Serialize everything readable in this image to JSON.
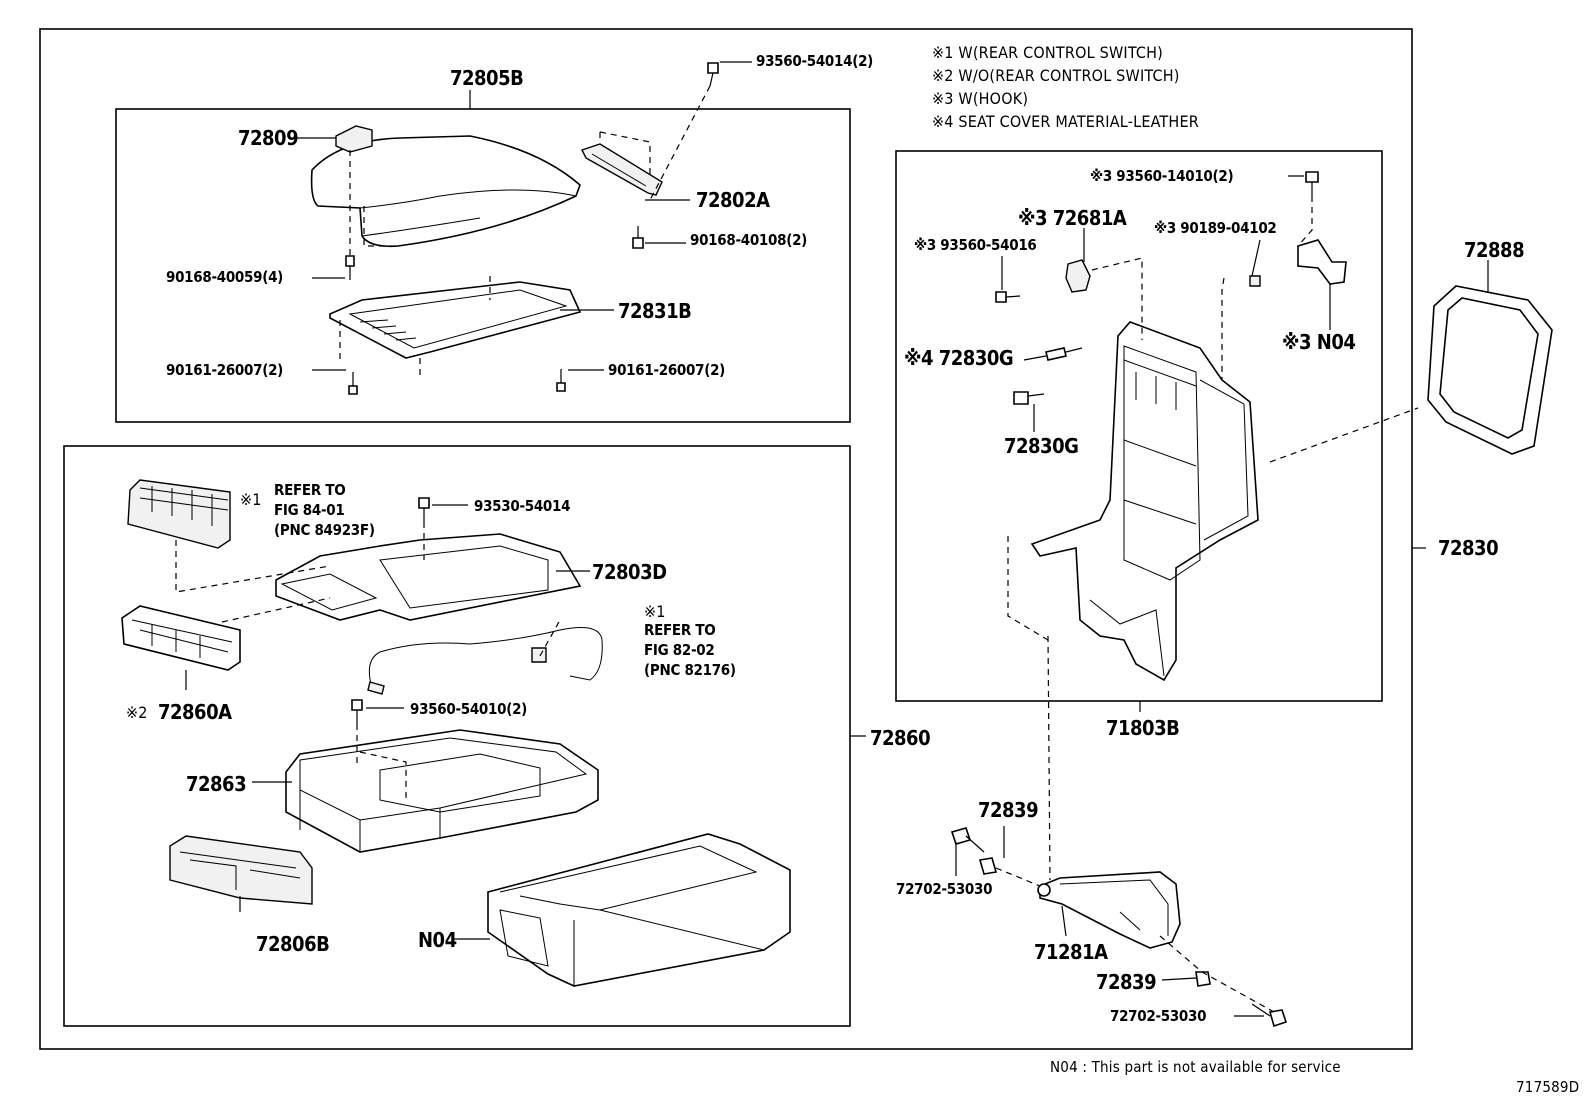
{
  "notes": [
    "※1 W(REAR CONTROL SWITCH)",
    "※2 W/O(REAR CONTROL SWITCH)",
    "※3 W(HOOK)",
    "※4 SEAT COVER MATERIAL-LEATHER"
  ],
  "labels": {
    "p72805B": "72805B",
    "p93560_54014_2": "93560-54014(2)",
    "p72809": "72809",
    "p72802A": "72802A",
    "p90168_40108_2": "90168-40108(2)",
    "p90168_40059_4": "90168-40059(4)",
    "p72831B": "72831B",
    "p90161_26007_2a": "90161-26007(2)",
    "p90161_26007_2b": "90161-26007(2)",
    "ref1a_mark": "※1",
    "ref1a_text": "REFER TO\nFIG 84-01\n(PNC 84923F)",
    "p93530_54014": "93530-54014",
    "p72803D": "72803D",
    "ref1b_mark": "※1",
    "ref1b_text": "REFER TO\nFIG 82-02\n(PNC 82176)",
    "p72860A_mark": "※2",
    "p72860A": "72860A",
    "p93560_54010_2": "93560-54010(2)",
    "p72860": "72860",
    "p72863": "72863",
    "p72806B": "72806B",
    "pN04_lower": "N04",
    "p93560_14010_2": "※3 93560-14010(2)",
    "p72681A": "※3 72681A",
    "p93560_54016": "※3 93560-54016",
    "p90189_04102": "※3  90189-04102",
    "p72888": "72888",
    "pN04_right": "※3 N04",
    "p72830G_a": "※4 72830G",
    "p72830G_b": "72830G",
    "p72830": "72830",
    "p71803B": "71803B",
    "p72839_a": "72839",
    "p72702_53030_a": "72702-53030",
    "p71281A": "71281A",
    "p72839_b": "72839",
    "p72702_53030_b": "72702-53030"
  },
  "footer_note": "N04 : This part is not available for service",
  "diagram_id": "717589D"
}
